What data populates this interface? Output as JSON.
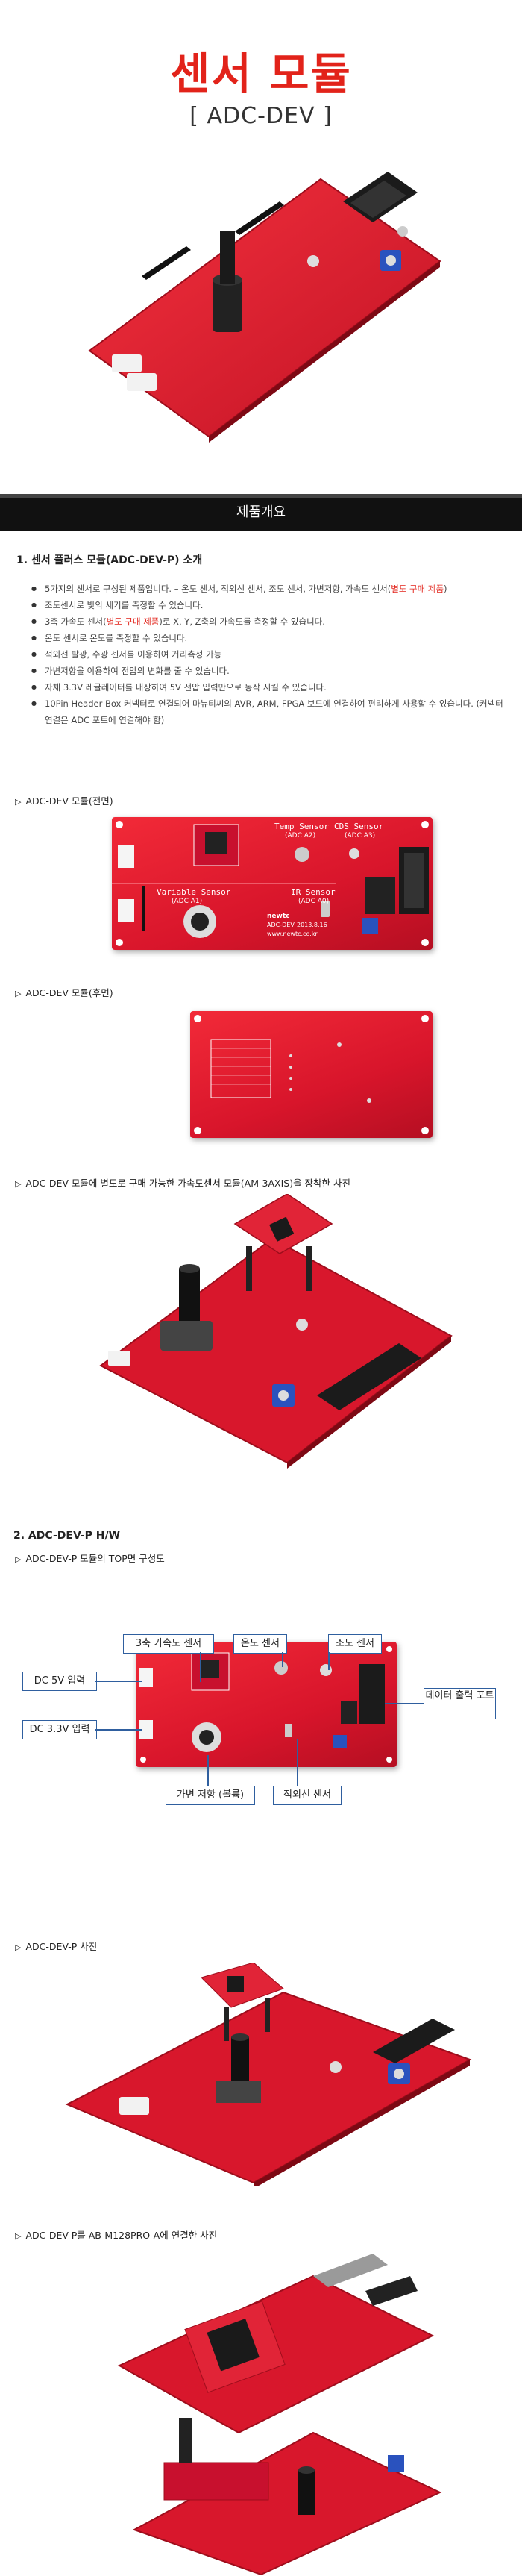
{
  "hero": {
    "title": "센서 모듈",
    "subtitle": "[ ADC-DEV ]"
  },
  "banner": {
    "label": "제품개요"
  },
  "section1": {
    "heading": "1.  센서 플러스 모듈(ADC-DEV-P) 소개",
    "bullets": [
      {
        "pre": "5가지의 센서로 구성된 제품입니다. – 온도 센서, 적외선 센서, 조도 센서, 가변저항, 가속도 센서(",
        "red": "별도 구매 제품",
        "post": ")"
      },
      {
        "pre": "조도센서로 빛의 세기를 측정할 수 있습니다.",
        "red": "",
        "post": ""
      },
      {
        "pre": "3축 가속도 센서(",
        "red": "별도 구매 제품",
        "post": ")로 X, Y, Z축의 가속도를 측정할 수 있습니다."
      },
      {
        "pre": "온도 센서로 온도를 측정할 수 있습니다.",
        "red": "",
        "post": ""
      },
      {
        "pre": "적외선 발광, 수광 센서를 이용하여 거리측정 가능",
        "red": "",
        "post": ""
      },
      {
        "pre": "가변저항을 이용하여 전압의 변화를 줄 수 있습니다.",
        "red": "",
        "post": ""
      },
      {
        "pre": "자체 3.3V 레귤레이터를 내장하여 5V 전압 입력만으로 동작 시킬 수 있습니다.",
        "red": "",
        "post": ""
      },
      {
        "pre": "10Pin Header Box 커넥터로 연결되어 마뉴티씨의 AVR, ARM, FPGA 보드에 연결하여 편리하게 사용할 수 있습니다. (커넥터 연결은 ADC 포트에 연결해야 함)",
        "red": "",
        "post": ""
      }
    ]
  },
  "captions": {
    "front": "ADC-DEV 모듈(전면)",
    "back": "ADC-DEV 모듈(후면)",
    "accel": "ADC-DEV 모듈에 별도로 구매 가능한 가속도센서 모듈(AM-3AXIS)을 장착한 사진",
    "hw_heading": "2.  ADC-DEV-P H/W",
    "top_view": "ADC-DEV-P 모듈의 TOP면 구성도",
    "photo": "ADC-DEV-P 사진",
    "connected": "ADC-DEV-P를 AB-M128PRO-A에 연결한 사진"
  },
  "board_labels": {
    "temp_sensor": "Temp Sensor",
    "temp_adc": "(ADC A2)",
    "cds_sensor": "CDS Sensor",
    "cds_adc": "(ADC A3)",
    "variable_sensor": "Variable Sensor",
    "variable_adc": "(ADC A1)",
    "ir_sensor": "IR Sensor",
    "ir_adc": "(ADC A0)",
    "brand": "newtc",
    "model": "ADC-DEV",
    "year": "2013.8.16",
    "url": "www.newtc.co.kr"
  },
  "diagram": {
    "accel": "3축 가속도 센서",
    "temp": "온도 센서",
    "light": "조도 센서",
    "dc5": "DC 5V 입력",
    "dc33": "DC 3.3V 입력",
    "data_out": "데이터 출력 포트",
    "pot": "가변 저항 (볼륨)",
    "ir": "적외선 센서"
  },
  "colors": {
    "accent": "#e2231a",
    "board": "#e01a2e",
    "callout_border": "#2f5f9f"
  }
}
